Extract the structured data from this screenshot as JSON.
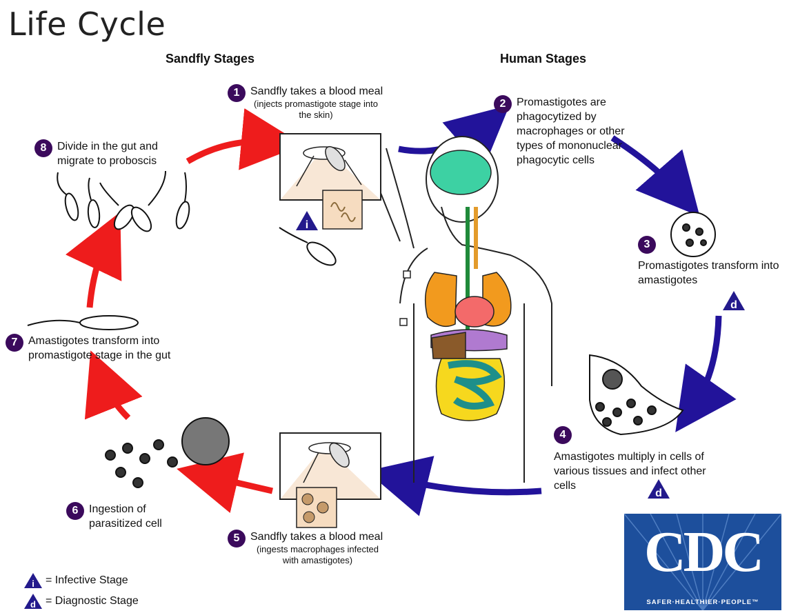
{
  "title": "Life Cycle",
  "headings": {
    "sandfly": "Sandfly Stages",
    "human": "Human Stages"
  },
  "steps": [
    {
      "num": "1",
      "text": "Sandfly takes a blood meal",
      "sub": "(injects promastigote stage into the skin)"
    },
    {
      "num": "2",
      "text": "Promastigotes are phagocytized by macrophages or other types of mononuclear phagocytic cells"
    },
    {
      "num": "3",
      "text": "Promastigotes transform into amastigotes"
    },
    {
      "num": "4",
      "text": "Amastigotes multiply in cells of various tissues and infect other cells"
    },
    {
      "num": "5",
      "text": "Sandfly takes a blood meal",
      "sub": "(ingests macrophages infected with amastigotes)"
    },
    {
      "num": "6",
      "text": "Ingestion of parasitized cell"
    },
    {
      "num": "7",
      "text": "Amastigotes transform into promastigote stage in  the gut"
    },
    {
      "num": "8",
      "text": "Divide in the gut and migrate to proboscis"
    }
  ],
  "markers": {
    "infective": "i",
    "diagnostic": "d"
  },
  "legend": {
    "infective": "= Infective Stage",
    "diagnostic": "= Diagnostic Stage"
  },
  "logo": {
    "word": "CDC",
    "tagline": "SAFER·HEALTHIER·PEOPLE™"
  },
  "colors": {
    "sandfly_arrow": "#ee1c1c",
    "human_arrow": "#22139a",
    "step_badge": "#3b0a5c",
    "marker": "#231a8c",
    "cdc_blue": "#1d4f9c"
  }
}
